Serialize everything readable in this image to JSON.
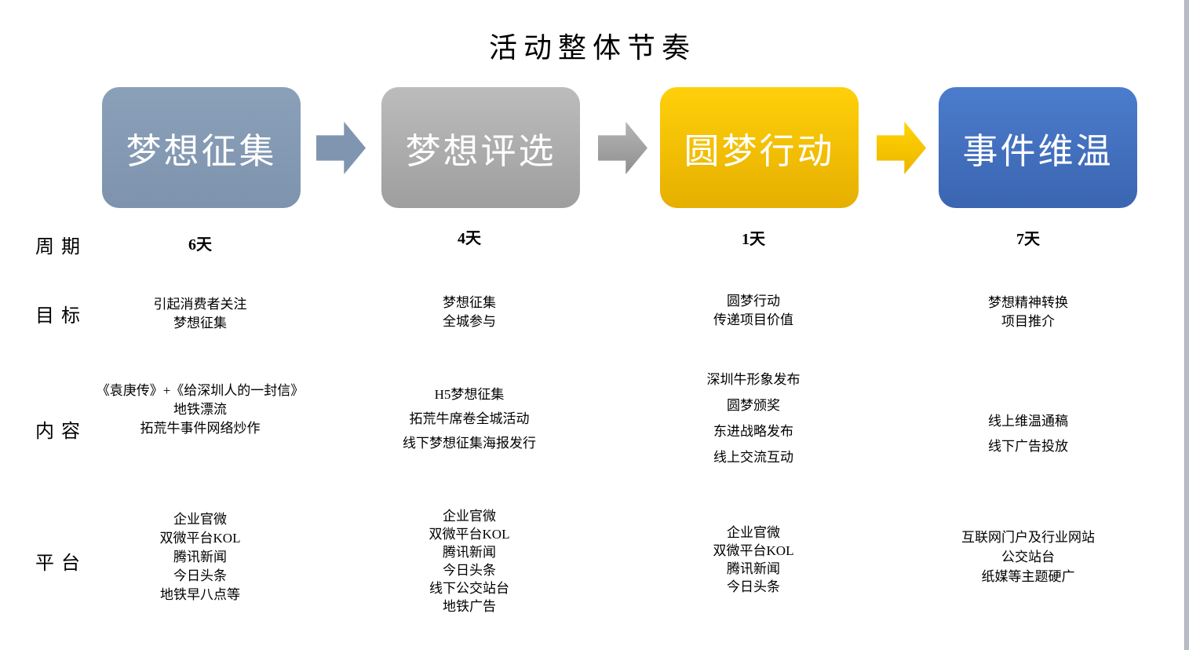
{
  "title": "活动整体节奏",
  "row_labels": {
    "period": "周期",
    "goal": "目标",
    "content": "内容",
    "platform": "平台"
  },
  "stages": [
    {
      "name": "梦想征集",
      "duration": "6天",
      "goals": [
        "引起消费者关注",
        "梦想征集"
      ],
      "contents": [
        "《袁庚传》+《给深圳人的一封信》地铁漂流",
        "拓荒牛事件网络炒作"
      ],
      "platforms": [
        "企业官微",
        "双微平台KOL",
        "腾讯新闻",
        "今日头条",
        "地铁早八点等"
      ]
    },
    {
      "name": "梦想评选",
      "duration": "4天",
      "goals": [
        "梦想征集",
        "全城参与"
      ],
      "contents": [
        "H5梦想征集",
        "拓荒牛席卷全城活动",
        "线下梦想征集海报发行"
      ],
      "platforms": [
        "企业官微",
        "双微平台KOL",
        "腾讯新闻",
        "今日头条",
        "线下公交站台",
        "地铁广告"
      ]
    },
    {
      "name": "圆梦行动",
      "duration": "1天",
      "goals": [
        "圆梦行动",
        "传递项目价值"
      ],
      "contents": [
        "深圳牛形象发布",
        "圆梦颁奖",
        "东进战略发布",
        "线上交流互动"
      ],
      "platforms": [
        "企业官微",
        "双微平台KOL",
        "腾讯新闻",
        "今日头条"
      ]
    },
    {
      "name": "事件维温",
      "duration": "7天",
      "goals": [
        "梦想精神转换",
        "项目推介"
      ],
      "contents": [
        "线上维温通稿",
        "线下广告投放"
      ],
      "platforms": [
        "互联网门户及行业网站",
        "公交站台",
        "纸媒等主题硬广"
      ]
    }
  ],
  "colors": {
    "stage1": "#8296B0",
    "stage2_top": "#BCBCBC",
    "stage2_bottom": "#9E9E9E",
    "stage3_top": "#FFD00A",
    "stage3_bottom": "#E6AF00",
    "stage4_top": "#4B7CCD",
    "stage4_bottom": "#3B65B0",
    "arrow1": "#8095AF",
    "arrow2": "#A2A2A2",
    "arrow3": "#F8C900",
    "scrollbar": "#B7BCC5"
  }
}
